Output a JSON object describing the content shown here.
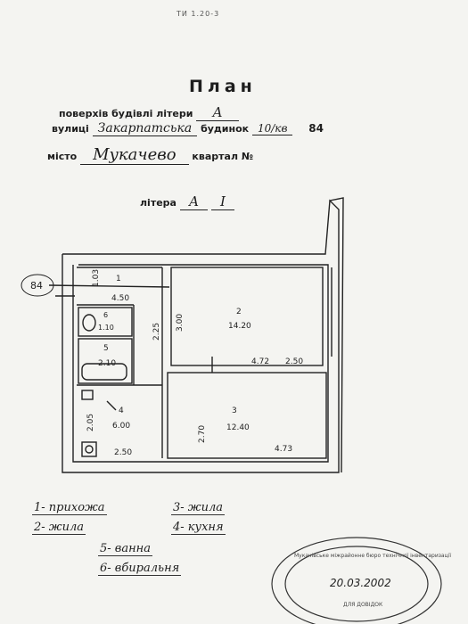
{
  "page_tag": "ТИ 1.20-3",
  "heading": "План",
  "line1": {
    "label": "поверхів будівлі літери",
    "value": "А"
  },
  "line2": {
    "prefix": "вулиці",
    "street": "Закарпатська",
    "mid": "будинок",
    "number": "10/кв",
    "suffix": "84"
  },
  "line3": {
    "prefix": "місто",
    "city": "Мукачево",
    "suffix": "квартал №"
  },
  "litera": {
    "label": "літера",
    "value": "А",
    "floor": "I"
  },
  "room_marker": "84",
  "rooms": [
    {
      "id": "1",
      "area": "4.50"
    },
    {
      "id": "2",
      "area": "14.20"
    },
    {
      "id": "3",
      "area": "12.40"
    },
    {
      "id": "4",
      "area": "6.00"
    },
    {
      "id": "5",
      "area": "2.10"
    },
    {
      "id": "6",
      "area": "1.10"
    }
  ],
  "dimensions": {
    "d1": "1.03",
    "d2": "2.25",
    "d3": "3.00",
    "d4": "4.72",
    "d5": "2.50",
    "d6": "2.70",
    "d7": "4.73",
    "d8": "2.05",
    "d9": "2.50"
  },
  "legend": [
    "1- прихожа",
    "2- жила",
    "3- жила",
    "4- кухня",
    "5- ванна",
    "6- вбиральня"
  ],
  "stamp": {
    "date": "20.03.2002",
    "text": "Мукачівське міжрайонне бюро технічної інвентаризації",
    "sub": "ДЛЯ ДОВІДОК"
  }
}
